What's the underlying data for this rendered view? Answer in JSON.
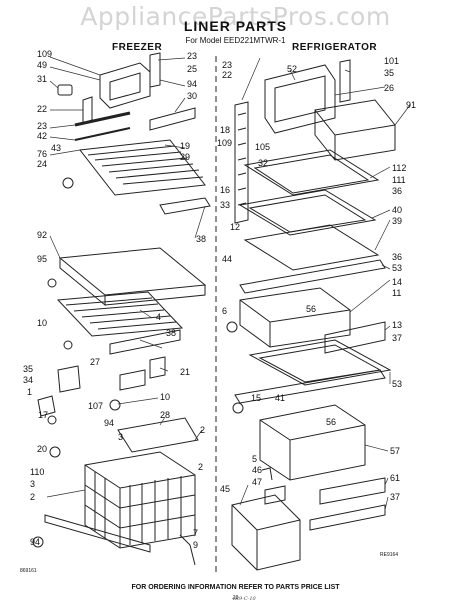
{
  "watermark": "AppliancePartsPros.com",
  "title": "LINER PARTS",
  "model": "For Model EED221MTWR-1",
  "sections": {
    "freezer": "FREEZER",
    "refrigerator": "REFRIGERATOR"
  },
  "footer": "FOR ORDERING INFORMATION REFER TO PARTS PRICE LIST",
  "page_number": "10",
  "catalog_code": "869161",
  "drawing_code": "RE9164",
  "handwritten_note": "4R9-C-10",
  "callouts": {
    "freezer": [
      "109",
      "49",
      "31",
      "22",
      "23",
      "42",
      "43",
      "76",
      "24",
      "23",
      "25",
      "94",
      "30",
      "19",
      "29",
      "38",
      "92",
      "95",
      "4",
      "10",
      "38",
      "27",
      "35",
      "34",
      "21",
      "1",
      "17",
      "107",
      "10",
      "94",
      "28",
      "20",
      "3",
      "2",
      "110",
      "3",
      "2",
      "2",
      "94",
      "7",
      "9"
    ],
    "refrigerator": [
      "23",
      "22",
      "52",
      "18",
      "109",
      "105",
      "32",
      "16",
      "33",
      "12",
      "44",
      "6",
      "101",
      "35",
      "26",
      "91",
      "112",
      "111",
      "36",
      "40",
      "39",
      "36",
      "53",
      "14",
      "11",
      "56",
      "13",
      "37",
      "53",
      "15",
      "41",
      "56",
      "57",
      "5",
      "46",
      "47",
      "61",
      "37",
      "45"
    ]
  }
}
